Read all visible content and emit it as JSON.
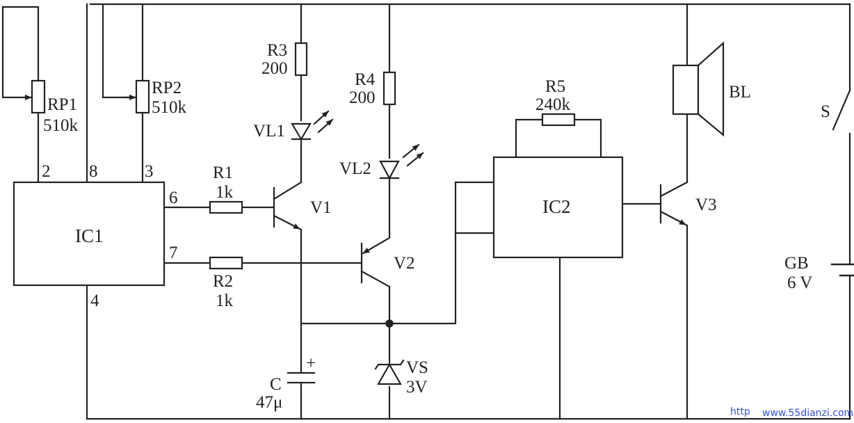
{
  "components": {
    "ic1": {
      "name": "IC1",
      "pins": {
        "p2": "2",
        "p8": "8",
        "p3": "3",
        "p6": "6",
        "p7": "7",
        "p4": "4"
      }
    },
    "ic2": {
      "name": "IC2"
    },
    "rp1": {
      "name": "RP1",
      "value": "510k"
    },
    "rp2": {
      "name": "RP2",
      "value": "510k"
    },
    "r1": {
      "name": "R1",
      "value": "1k"
    },
    "r2": {
      "name": "R2",
      "value": "1k"
    },
    "r3": {
      "name": "R3",
      "value": "200"
    },
    "r4": {
      "name": "R4",
      "value": "200"
    },
    "r5": {
      "name": "R5",
      "value": "240k"
    },
    "vl1": {
      "name": "VL1"
    },
    "vl2": {
      "name": "VL2"
    },
    "v1": {
      "name": "V1"
    },
    "v2": {
      "name": "V2"
    },
    "v3": {
      "name": "V3"
    },
    "c": {
      "name": "C",
      "value": "47μ",
      "polarity": "+"
    },
    "vs": {
      "name": "VS",
      "value": "3V"
    },
    "bl": {
      "name": "BL"
    },
    "s": {
      "name": "S"
    },
    "gb": {
      "name": "GB",
      "value": "6 V"
    }
  },
  "watermark": {
    "prefix": "http",
    "text": "www.55dianzi.com"
  }
}
